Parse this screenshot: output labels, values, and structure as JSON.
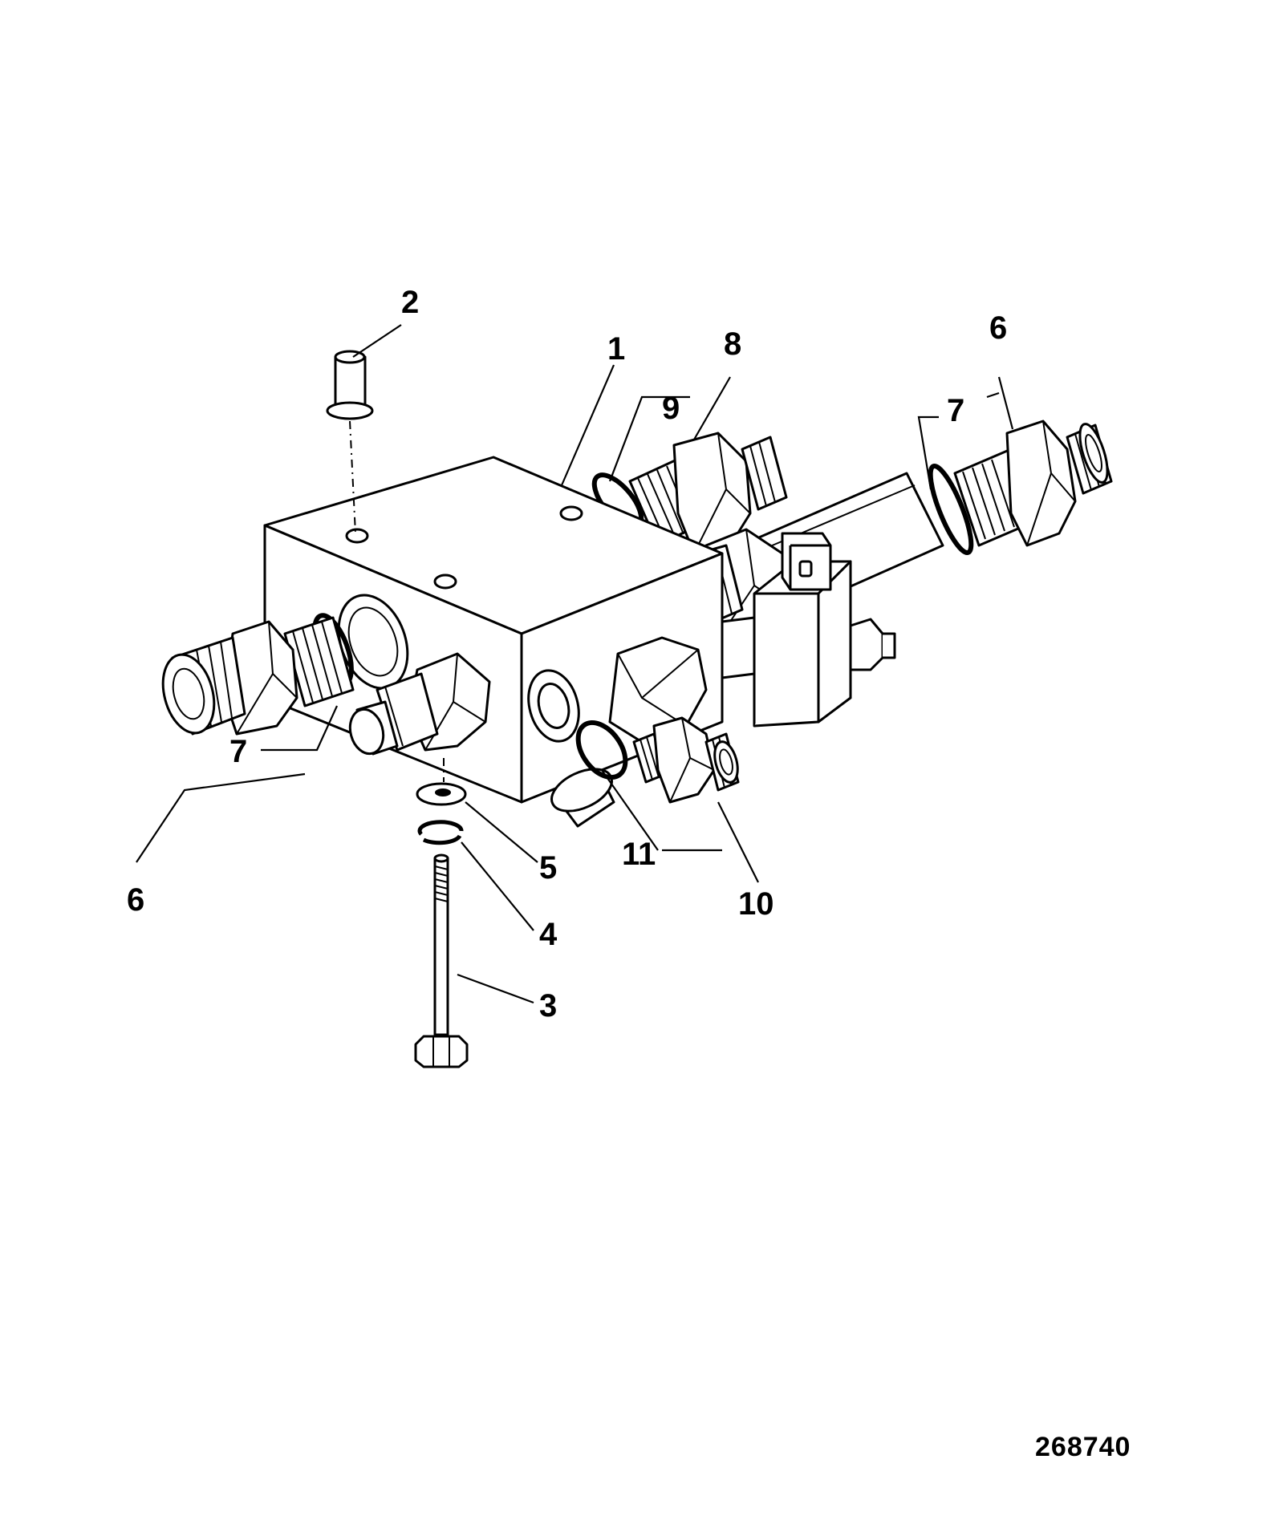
{
  "figure": {
    "reference_number": "268740",
    "callouts": [
      {
        "id": "c1",
        "label": "1"
      },
      {
        "id": "c2",
        "label": "2"
      },
      {
        "id": "c3",
        "label": "3"
      },
      {
        "id": "c4",
        "label": "4"
      },
      {
        "id": "c5",
        "label": "5"
      },
      {
        "id": "c6a",
        "label": "6"
      },
      {
        "id": "c6b",
        "label": "6"
      },
      {
        "id": "c7a",
        "label": "7"
      },
      {
        "id": "c7b",
        "label": "7"
      },
      {
        "id": "c8",
        "label": "8"
      },
      {
        "id": "c9",
        "label": "9"
      },
      {
        "id": "c10",
        "label": "10"
      },
      {
        "id": "c11",
        "label": "11"
      }
    ]
  }
}
